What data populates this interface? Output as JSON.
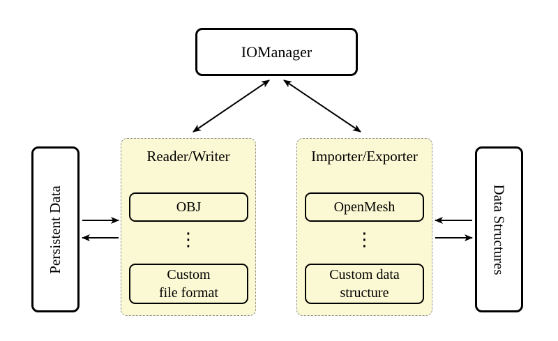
{
  "nodes": {
    "io_manager": {
      "label": "IOManager"
    },
    "persistent_data": {
      "label": "Persistent Data"
    },
    "data_structures": {
      "label": "Data Structures"
    }
  },
  "panels": {
    "reader_writer": {
      "title": "Reader/Writer",
      "boxes": [
        {
          "lines": [
            "OBJ"
          ]
        },
        {
          "lines": [
            "Custom",
            "file format"
          ]
        }
      ],
      "ellipsis": "⋮"
    },
    "importer_exporter": {
      "title": "Importer/Exporter",
      "boxes": [
        {
          "lines": [
            "OpenMesh"
          ]
        },
        {
          "lines": [
            "Custom data",
            "structure"
          ]
        }
      ],
      "ellipsis": "⋮"
    }
  },
  "connections": [
    {
      "from": "io_manager",
      "to": "reader_writer",
      "direction": "bidirectional"
    },
    {
      "from": "io_manager",
      "to": "importer_exporter",
      "direction": "bidirectional"
    },
    {
      "from": "persistent_data",
      "to": "reader_writer",
      "direction": "right"
    },
    {
      "from": "reader_writer",
      "to": "persistent_data",
      "direction": "left"
    },
    {
      "from": "importer_exporter",
      "to": "data_structures",
      "direction": "left"
    },
    {
      "from": "data_structures",
      "to": "importer_exporter",
      "direction": "right"
    }
  ],
  "colors": {
    "background": "#FFFFFF",
    "panel_fill": "#FBF9D3",
    "panel_border": "#909090",
    "node_fill": "#FFFFFF",
    "node_border": "#000000",
    "arrow": "#000000"
  }
}
